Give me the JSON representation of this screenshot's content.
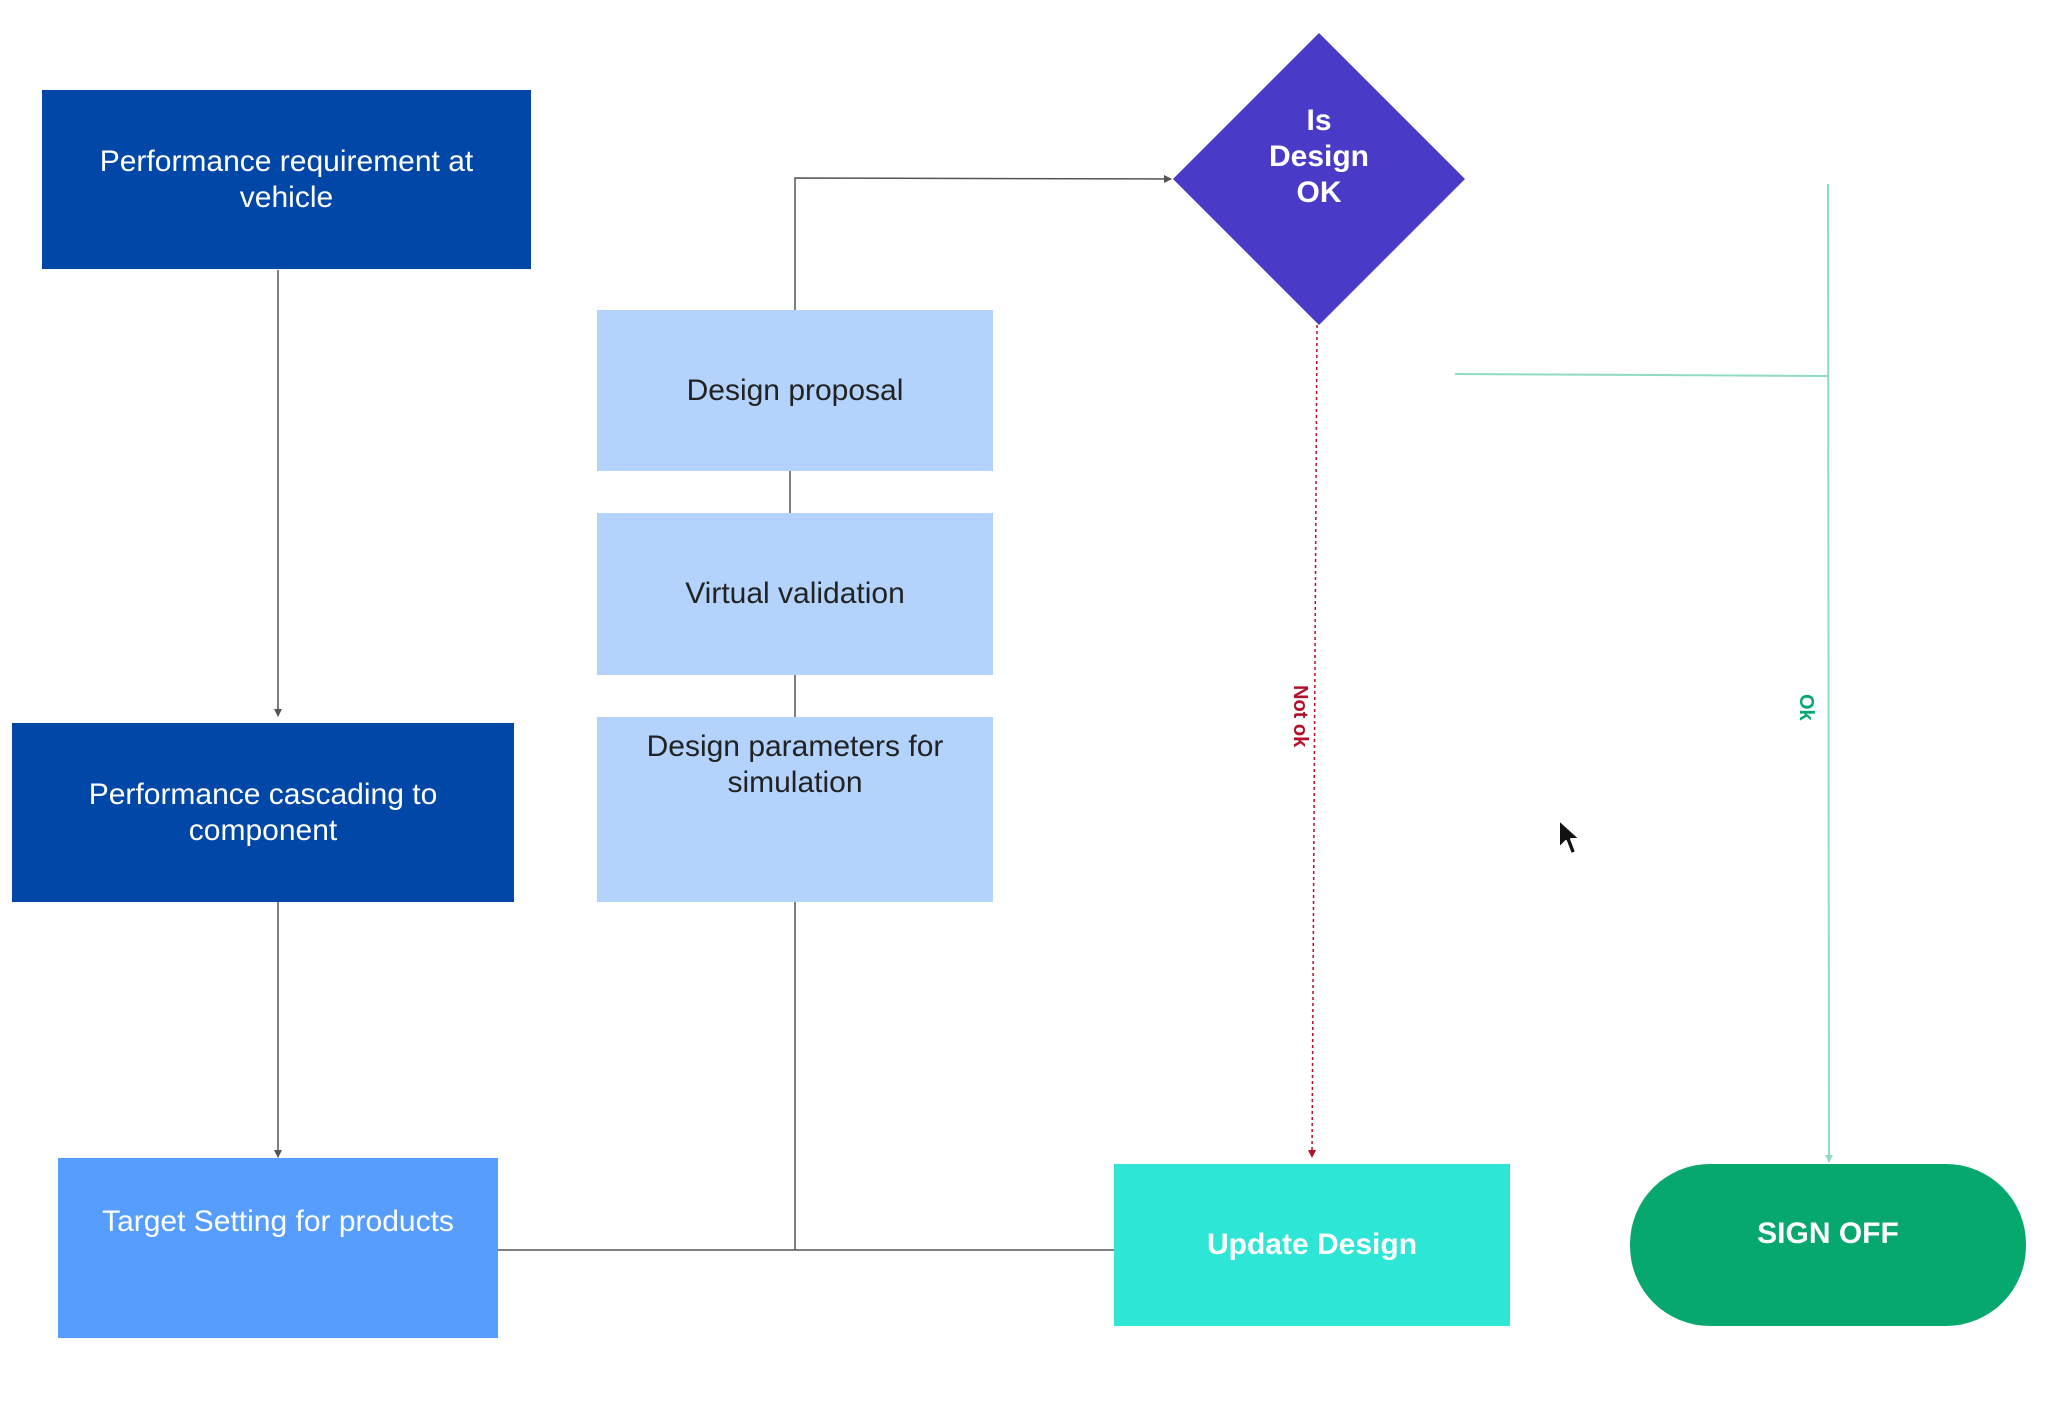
{
  "diagram": {
    "nodes": {
      "perf_requirement": {
        "label": "Performance requirement at\nvehicle"
      },
      "perf_cascading": {
        "label": "Performance cascading to\ncomponent"
      },
      "target_setting": {
        "label": "Target Setting for products"
      },
      "design_proposal": {
        "label": "Design proposal"
      },
      "virtual_validation": {
        "label": "Virtual validation"
      },
      "design_parameters": {
        "label": "Design parameters for\nsimulation"
      },
      "decision": {
        "label": "Is\nDesign\nOK"
      },
      "update_design": {
        "label": "Update Design"
      },
      "sign_off": {
        "label": "SIGN OFF"
      }
    },
    "edge_labels": {
      "not_ok": "Not ok",
      "ok": "Ok"
    },
    "colors": {
      "dark_blue": "#0047a8",
      "light_blue": "#b3d3fd",
      "mid_blue": "#579dfe",
      "purple": "#4a3ac8",
      "teal": "#2de6d6",
      "green": "#06a86d",
      "not_ok_red": "#b3102a",
      "ok_green_line": "#8fdcc2",
      "connector_gray": "#555555"
    }
  }
}
